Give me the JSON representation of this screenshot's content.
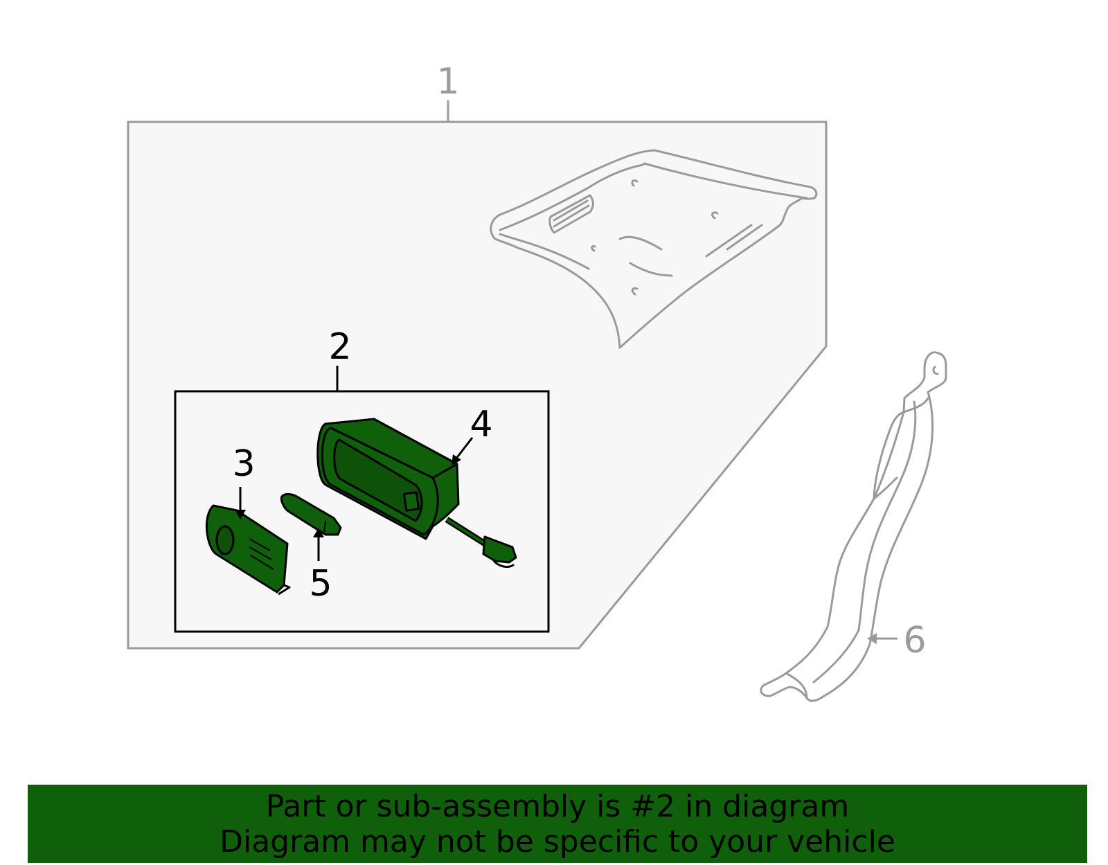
{
  "callouts": {
    "c1": "1",
    "c2": "2",
    "c3": "3",
    "c4": "4",
    "c5": "5",
    "c6": "6"
  },
  "banner": {
    "line1": "Part or sub-assembly is #2 in diagram",
    "line2": "Diagram may not be specific to your vehicle"
  },
  "colors": {
    "highlight_green": "#0f5f0b",
    "outline_gray": "#9a9a9a",
    "panel_fill": "#f7f7f7"
  },
  "highlighted_part": "2"
}
